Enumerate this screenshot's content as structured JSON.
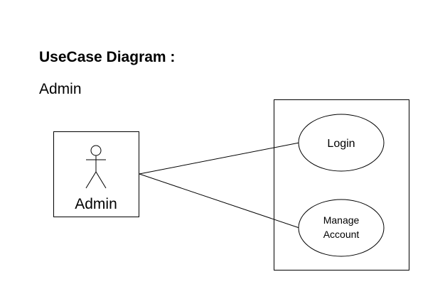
{
  "title": "UseCase Diagram :",
  "subtitle": "Admin",
  "actor": {
    "label": "Admin"
  },
  "use_cases": [
    {
      "label_lines": [
        "Login"
      ]
    },
    {
      "label_lines": [
        "Manage",
        "Account"
      ]
    }
  ]
}
